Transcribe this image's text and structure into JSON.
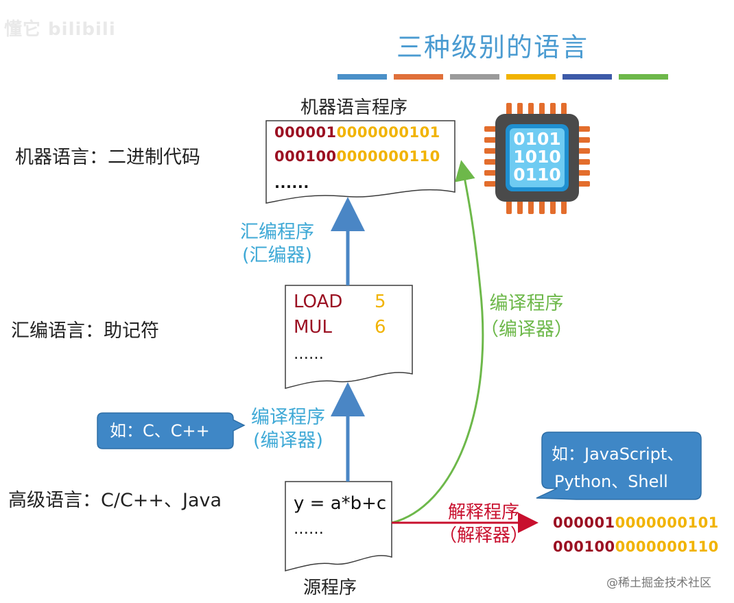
{
  "watermark": "懂它 bilibili",
  "title": "三种级别的语言",
  "color_bars": [
    "#4a90c8",
    "#e0703a",
    "#9b9b9b",
    "#f1b300",
    "#3d5aa8",
    "#6db84a"
  ],
  "levels": {
    "machine": "机器语言：二进制代码",
    "assembly": "汇编语言：助记符",
    "high": "高级语言：C/C++、Java"
  },
  "machine_doc": {
    "title": "机器语言程序",
    "lines": [
      {
        "opcode": "000001",
        "operand": "0000000101"
      },
      {
        "opcode": "000100",
        "operand": "0000000110"
      }
    ],
    "ellipsis": "......"
  },
  "chip": {
    "lines": [
      "0101",
      "1010",
      "0110"
    ]
  },
  "assembler": {
    "line1": "汇编程序",
    "line2": "(汇编器)"
  },
  "assembly_doc": {
    "rows": [
      {
        "op": "LOAD",
        "arg": "5"
      },
      {
        "op": "MUL",
        "arg": "6"
      }
    ],
    "ellipsis": "……"
  },
  "compiler_blue": {
    "line1": "编译程序",
    "line2": "(编译器)"
  },
  "compiler_green": {
    "line1": "编译程序",
    "line2": "（编译器）"
  },
  "callout_c": "如：C、C++",
  "callout_js": {
    "line1": "如：JavaScript、",
    "line2": "Python、Shell"
  },
  "source_doc": {
    "code": "y = a*b+c",
    "ellipsis": "……",
    "title": "源程序"
  },
  "interpreter": {
    "line1": "解释程序",
    "line2": "（解释器）"
  },
  "interp_output": [
    {
      "opcode": "000001",
      "operand": "0000000101"
    },
    {
      "opcode": "000100",
      "operand": "0000000110"
    }
  ],
  "footer": "@稀土掘金技术社区"
}
